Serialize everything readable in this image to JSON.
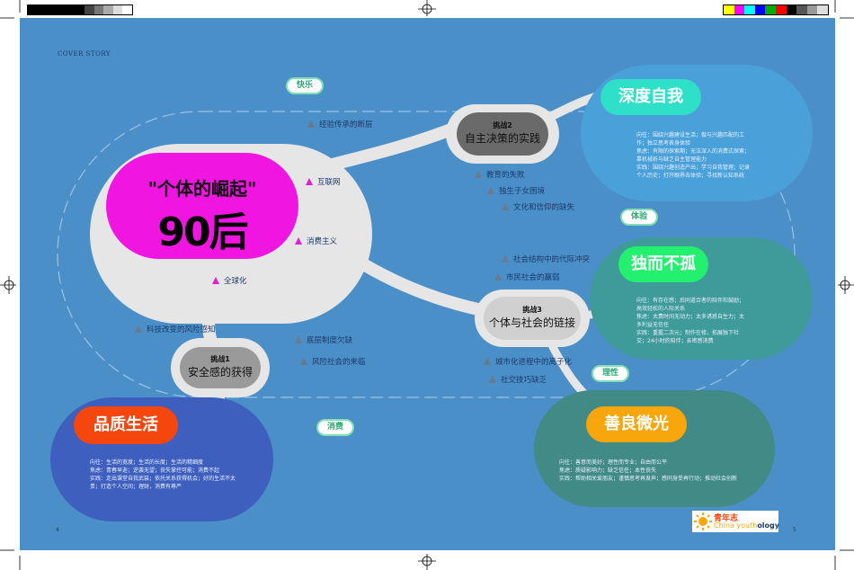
{
  "cover_story": "COVER STORY",
  "title": "\"个体的崛起\"",
  "title_number": "90后",
  "challenges": [
    {
      "label": "挑战1",
      "text": "安全感的获得"
    },
    {
      "label": "挑战2",
      "text": "自主决策的实践"
    },
    {
      "label": "挑战3",
      "text": "个体与社会的链接"
    }
  ],
  "tags": {
    "kuaile": "快乐",
    "tiyan": "体验",
    "lixing": "理性",
    "xiaofei": "消费"
  },
  "keywords": {
    "center": [
      "互联网",
      "消费主义",
      "全球化"
    ],
    "c2": [
      "经验传承的断层",
      "教育的失败",
      "独生子女困境",
      "文化和信仰的缺失"
    ],
    "c3": [
      "社会结构中的代际冲突",
      "市民社会的羸弱",
      "城市化进程中的离子化",
      "社交技巧缺乏"
    ],
    "c1": [
      "科技改变的风险感知",
      "底层制度欠缺",
      "风险社会的来临"
    ]
  },
  "sections": {
    "shendu": {
      "title": "深度自我",
      "desc": [
        "向往：围绕兴趣建设生活；做与兴趣匹配的工",
        "作；独立思考表身体验",
        "焦虑：有限的探索期；无法深入的消费式探索；",
        "靠机械析与缺乏自主管理能力",
        "实践：围绕兴趣创造产出；学习自我管理；记录",
        "个人历史；打开眼界去体验；寻找新认知系统"
      ]
    },
    "duer": {
      "title": "独而不孤",
      "desc": [
        "向往：有存在感；后同道合者的陪伴和鼓励；",
        "高效轻松的人际关系",
        "焦虑：太费时间无动力；太多诱惑自生力；太",
        "多利益无信任",
        "实践：重握二次元；制作在修，拓展独下社",
        "交；24小时的陪伴；亲密感消费"
      ]
    },
    "pinzhi": {
      "title": "品质生活",
      "desc": [
        "向往：生活的宽度；生活的长度；生活的精细度",
        "焦虑：青春早逝；逆袭无望；丧失掌控可能；消费不起",
        "实践：走出课堂自我武装；依托关系获得机会；好的生活不太",
        "贵；打造个人空间；理财，消费有尊严"
      ]
    },
    "shanliang": {
      "title": "善良微光",
      "desc": [
        "向往：善意而美好；理性而专业；自由而公平",
        "焦虑：质疑影响力；缺乏信任；本性丧失",
        "实践：帮助相关爱朋友；谨慎思考再发声；感同身受再行动；推动社会创新"
      ]
    }
  },
  "page_left": "4",
  "page_right": "5",
  "logo": {
    "cn": "青年志",
    "en1": "China youth",
    "en2": "ology"
  },
  "colors": {
    "background": "#4a8fc8",
    "magenta": "#f015e0",
    "cyan": "#2fe0c8",
    "green": "#24f070",
    "orange_red": "#f5460e",
    "orange": "#f7a70c"
  }
}
